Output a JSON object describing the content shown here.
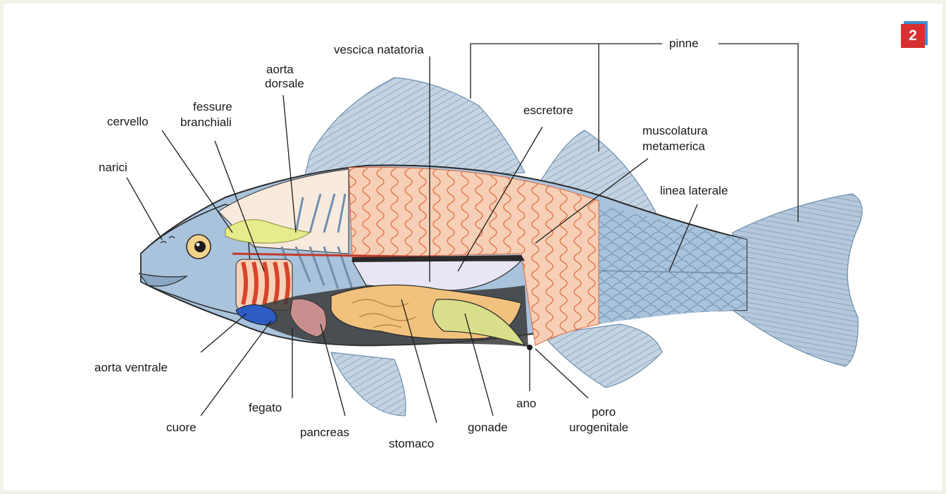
{
  "figure_number": "2",
  "labels": {
    "vescica_natatoria": "vescica natatoria",
    "pinne": "pinne",
    "aorta_dorsale_1": "aorta",
    "aorta_dorsale_2": "dorsale",
    "fessure_1": "fessure",
    "fessure_2": "branchiali",
    "cervello": "cervello",
    "narici": "narici",
    "escretore": "escretore",
    "muscolatura_1": "muscolatura",
    "muscolatura_2": "metamerica",
    "linea_laterale": "linea laterale",
    "aorta_ventrale": "aorta ventrale",
    "cuore": "cuore",
    "fegato": "fegato",
    "pancreas": "pancreas",
    "stomaco": "stomaco",
    "gonade": "gonade",
    "ano": "ano",
    "poro_1": "poro",
    "poro_2": "urogenitale"
  },
  "colors": {
    "frame": "#eef3e6",
    "badge": "#d63031",
    "fin": "#b8c9d9",
    "body_blue": "#a9c3dc",
    "muscle": "#f3c4a8",
    "muscle_lines": "#e06a3a",
    "gills": "#d9432a",
    "liver": "#f1c27d",
    "heart": "#2d5cc2",
    "brain": "#e6ec8c",
    "gonad": "#d9de8a",
    "pancreas": "#c98e8e"
  }
}
